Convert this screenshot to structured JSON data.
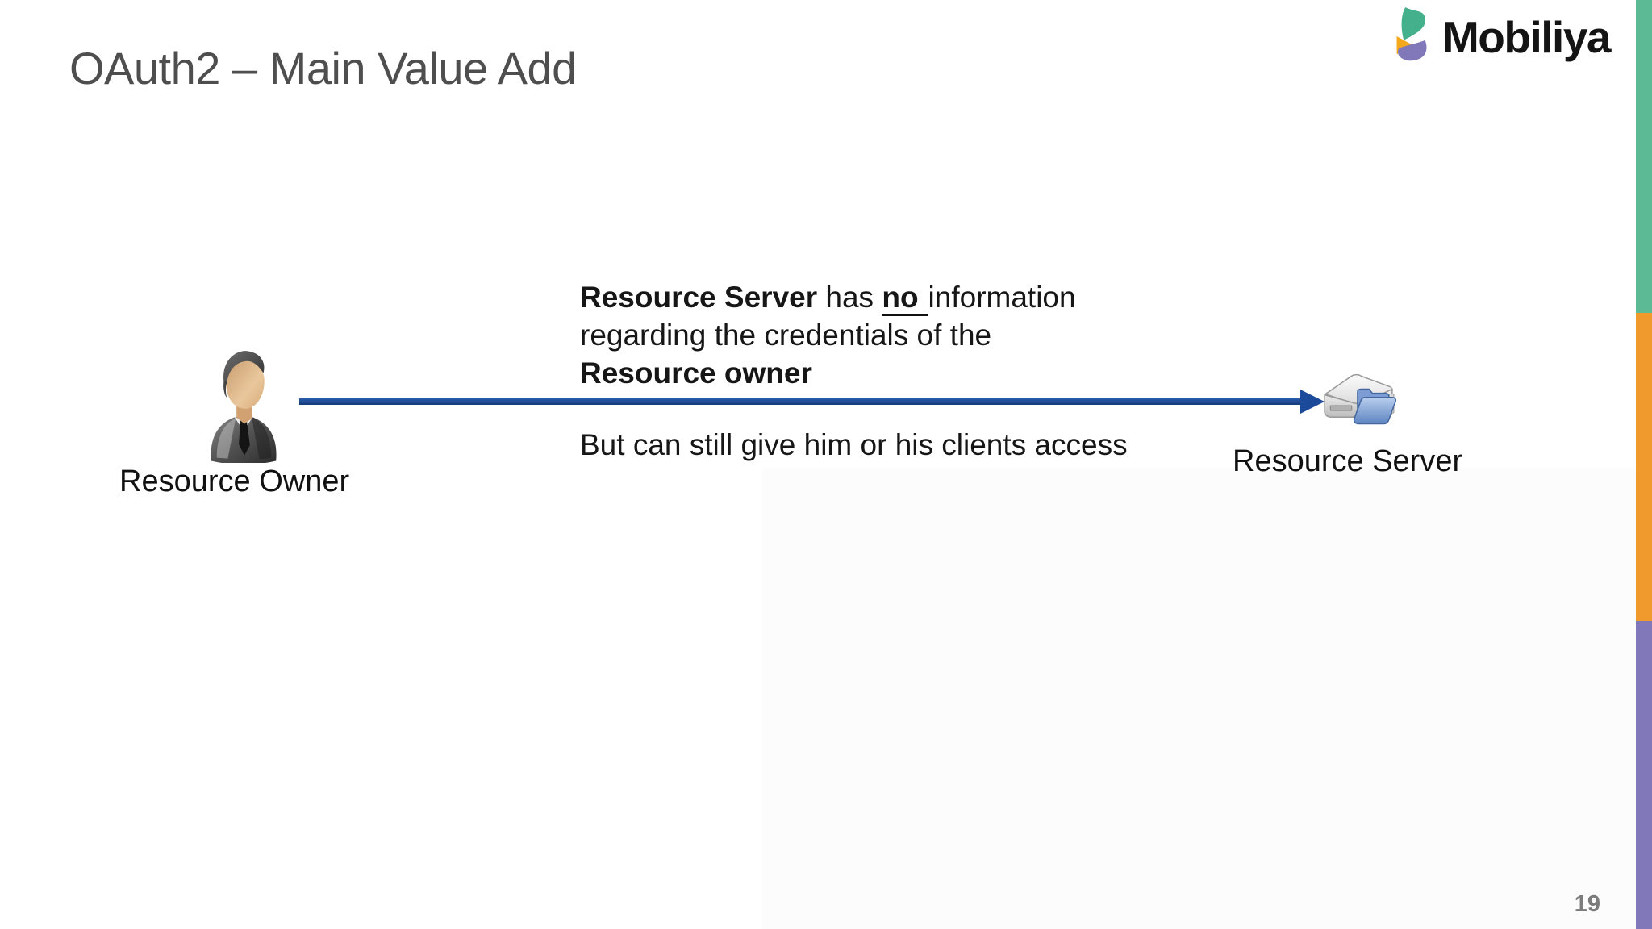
{
  "slide": {
    "title": "OAuth2 – Main Value Add",
    "page_number": "19"
  },
  "logo": {
    "text": "Mobiliya",
    "mark_icon": "mobiliya-leaf-mark-icon",
    "colors": {
      "green": "#45B08C",
      "orange": "#F5A81C",
      "purple": "#8078B8",
      "text": "#141414"
    }
  },
  "diagram": {
    "resource_owner_label": "Resource Owner",
    "resource_server_label": "Resource Server",
    "icons": {
      "resource_owner": "person-icon",
      "resource_server": "server-folder-icon",
      "flow": "arrow-right-icon"
    },
    "arrow_color": "#1B4A9B",
    "note": {
      "l1_bold": "Resource Server",
      "l1_mid": " has ",
      "l1_no": "no",
      "l1_rest": "information",
      "l2": "regarding the credentials of the",
      "l3_bold": "Resource owner",
      "l4": "But can still give him or his clients access"
    }
  },
  "edge_bars": {
    "teal": "#5CBA94",
    "orange": "#F09A2D",
    "purple": "#8078B8"
  }
}
